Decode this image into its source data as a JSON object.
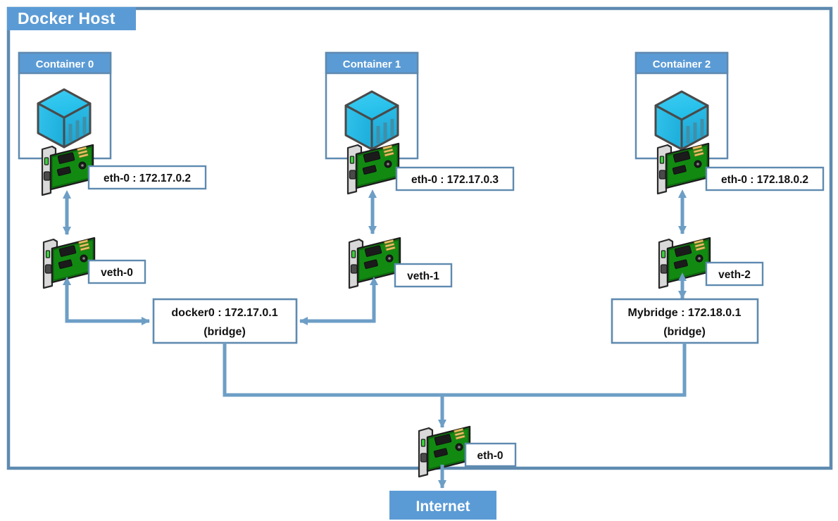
{
  "diagram": {
    "title": "Docker  Host",
    "colors": {
      "accent_blue": "#5b9bd5",
      "border_blue": "#5f8ab0",
      "connector_blue": "#6d9ec6",
      "cube_blue": "#29b6e8",
      "nic_green": "#1f8a1f",
      "text_dark": "#111111",
      "white": "#ffffff"
    },
    "host": {
      "title": "Docker  Host"
    },
    "containers": [
      {
        "title": "Container  0",
        "icon": "docker-container-cube-icon",
        "nic_icon": "network-interface-card-icon",
        "interface_label": "eth-0 : 172.17.0.2"
      },
      {
        "title": "Container  1",
        "icon": "docker-container-cube-icon",
        "nic_icon": "network-interface-card-icon",
        "interface_label": "eth-0 : 172.17.0.3"
      },
      {
        "title": "Container  2",
        "icon": "docker-container-cube-icon",
        "nic_icon": "network-interface-card-icon",
        "interface_label": "eth-0 : 172.18.0.2"
      }
    ],
    "veths": [
      {
        "label": "veth-0",
        "nic_icon": "network-interface-card-icon"
      },
      {
        "label": "veth-1",
        "nic_icon": "network-interface-card-icon"
      },
      {
        "label": "veth-2",
        "nic_icon": "network-interface-card-icon"
      }
    ],
    "bridges": [
      {
        "name": "docker0 : 172.17.0.1",
        "kind": "(bridge)"
      },
      {
        "name": "Mybridge : 172.18.0.1",
        "kind": "(bridge)"
      }
    ],
    "host_nic": {
      "label": "eth-0",
      "nic_icon": "network-interface-card-icon"
    },
    "internet": {
      "label": "Internet"
    }
  }
}
